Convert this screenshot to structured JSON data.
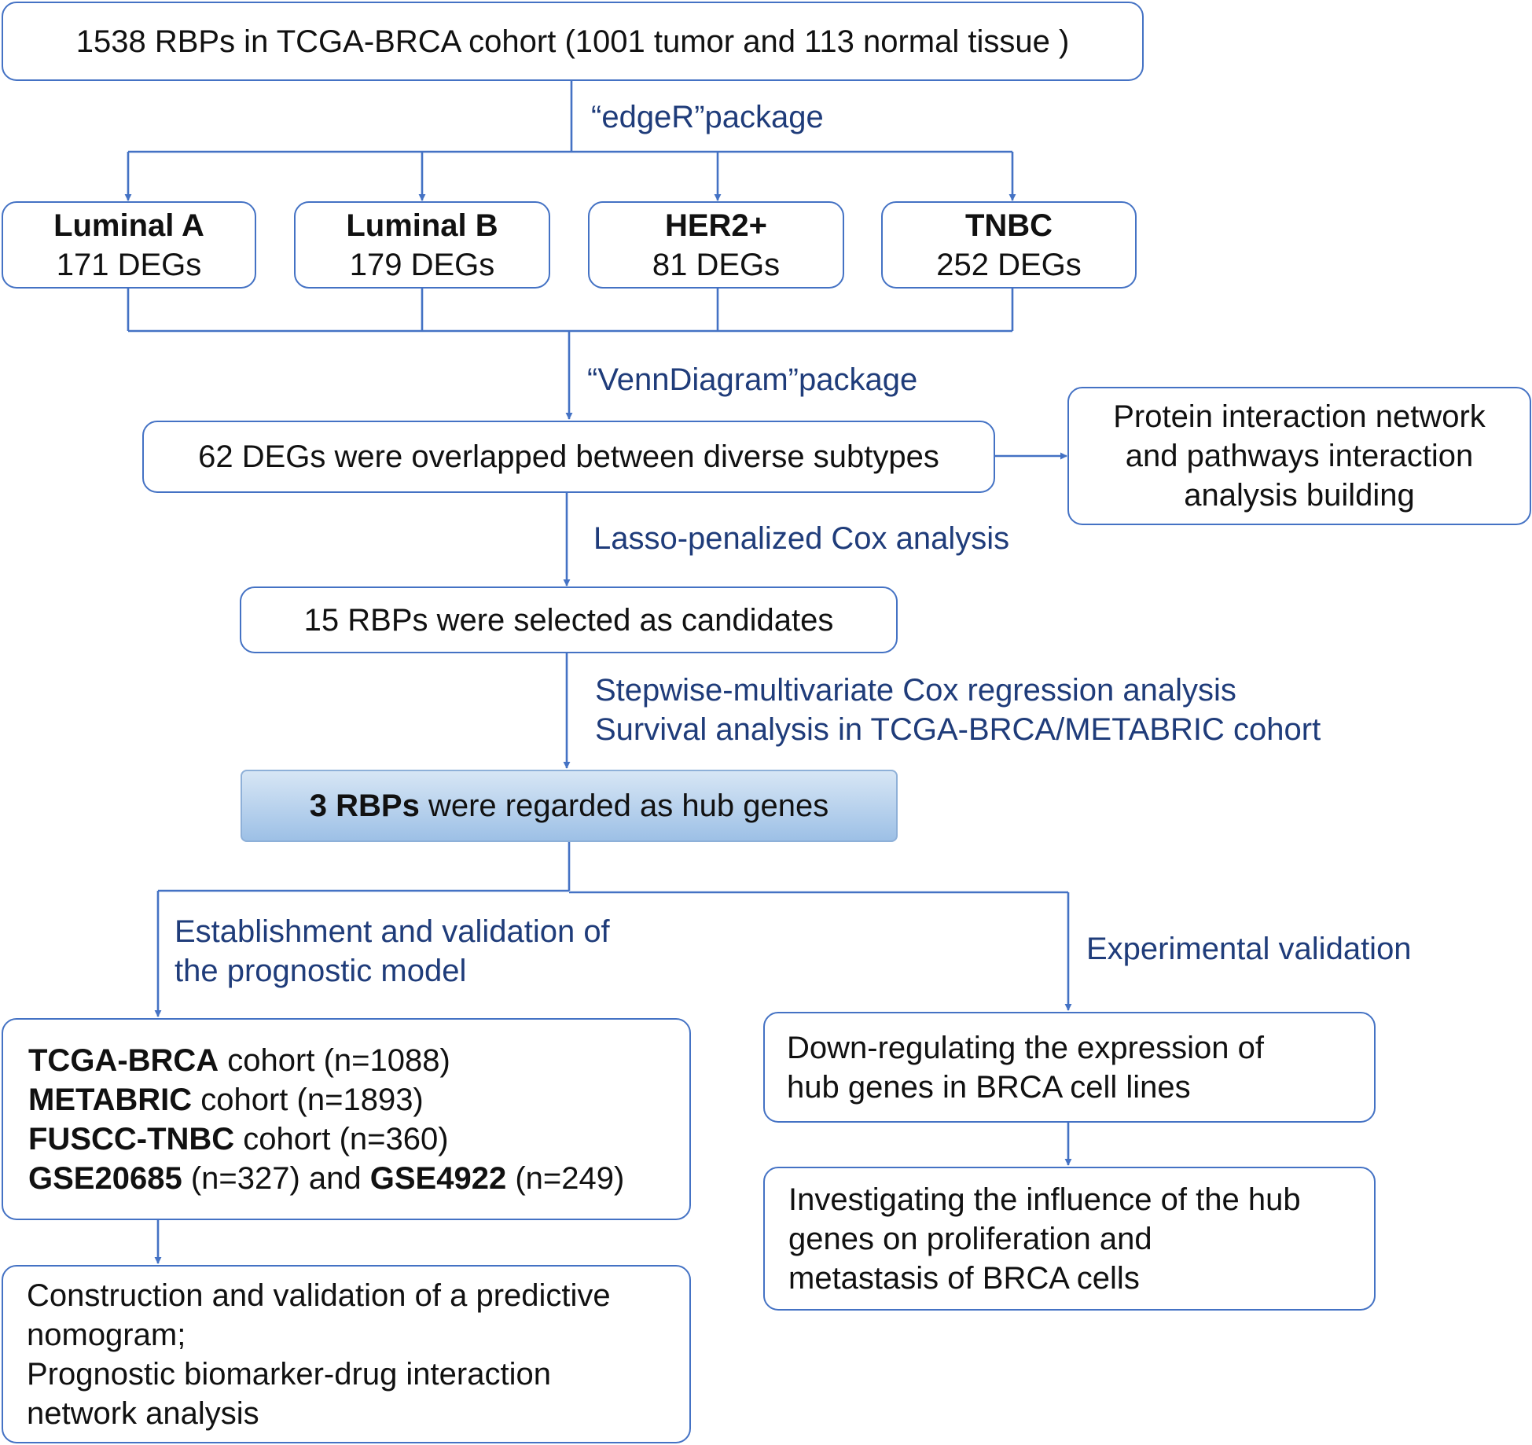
{
  "top": {
    "text": "1538 RBPs in TCGA-BRCA cohort (1001 tumor and 113 normal tissue )"
  },
  "labels": {
    "edger": "“edgeR”package",
    "venn": "“VennDiagram”package",
    "lasso": "Lasso-penalized Cox analysis",
    "stepwise_1": "Stepwise-multivariate Cox regression analysis",
    "stepwise_2": "Survival analysis in TCGA-BRCA/METABRIC cohort",
    "establish_1": "Establishment and validation of",
    "establish_2": "the prognostic model",
    "experimental": "Experimental validation"
  },
  "subtypes": [
    {
      "name": "Luminal A",
      "degs": "171 DEGs"
    },
    {
      "name": "Luminal B",
      "degs": "179 DEGs"
    },
    {
      "name": "HER2+",
      "degs": "81 DEGs"
    },
    {
      "name": "TNBC",
      "degs": "252 DEGs"
    }
  ],
  "overlap": {
    "text": "62 DEGs were overlapped between diverse subtypes"
  },
  "network": {
    "line1": "Protein interaction network",
    "line2": "and pathways interaction",
    "line3": "analysis building"
  },
  "candidates": {
    "text": "15 RBPs were selected as candidates"
  },
  "hub": {
    "bold": "3 RBPs",
    "rest": " were regarded as hub genes"
  },
  "cohorts": [
    {
      "bold": "TCGA-BRCA",
      "rest": " cohort (n=1088)"
    },
    {
      "bold": "METABRIC",
      "rest": " cohort (n=1893)"
    },
    {
      "bold": "FUSCC-TNBC",
      "rest": " cohort (n=360)"
    },
    {
      "bold": "GSE20685",
      "rest": " (n=327) and ",
      "bold2": "GSE4922",
      "rest2": " (n=249)"
    }
  ],
  "nomogram": {
    "line1": "Construction and validation of a predictive",
    "line2": "nomogram;",
    "line3": "Prognostic biomarker-drug interaction",
    "line4": "network analysis"
  },
  "downreg": {
    "line1": "Down-regulating the expression of",
    "line2": "hub genes in BRCA cell lines"
  },
  "investigate": {
    "line1": "Investigating the influence of the hub",
    "line2": "genes on proliferation and",
    "line3": "metastasis of BRCA cells"
  },
  "colors": {
    "border": "#4472C4",
    "label": "#1F3C7A",
    "hub_fill_top": "#d7e6f5",
    "hub_fill_bottom": "#9dc0e6"
  }
}
